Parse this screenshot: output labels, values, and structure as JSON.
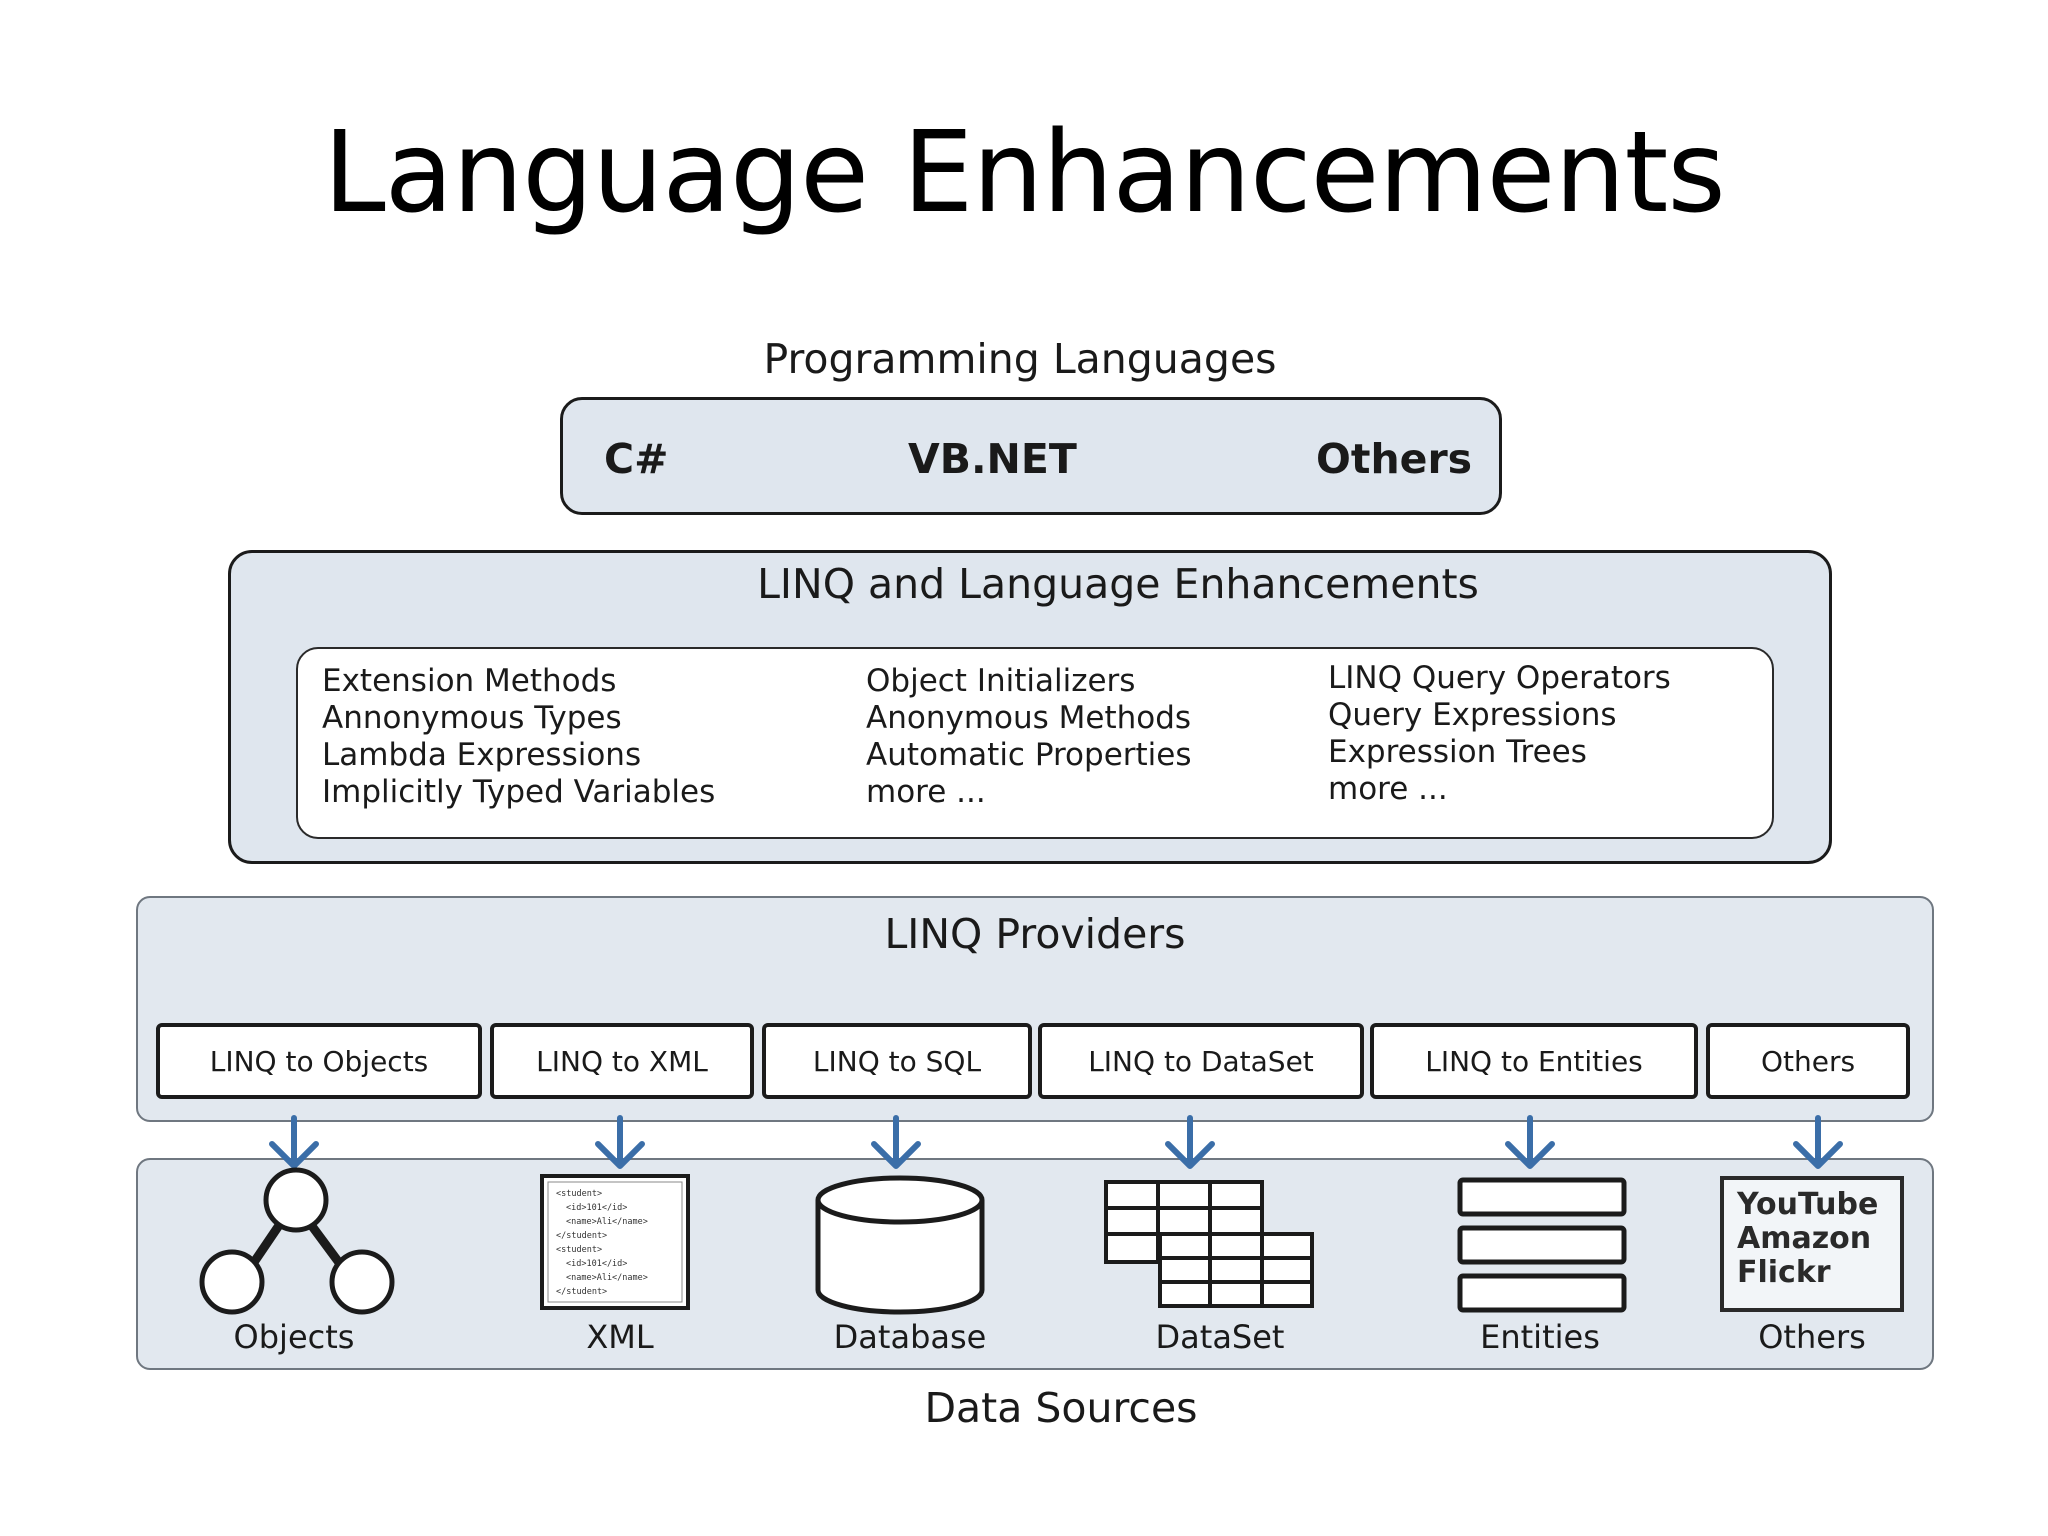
{
  "slide": {
    "title": "Language Enhancements"
  },
  "languages": {
    "title": "Programming Languages",
    "items": [
      "C#",
      "VB.NET",
      "Others"
    ]
  },
  "enhancements": {
    "title": "LINQ and Language Enhancements",
    "columns": [
      [
        "Extension Methods",
        "Annonymous Types",
        "Lambda Expressions",
        "Implicitly Typed Variables"
      ],
      [
        "Object Initializers",
        "Anonymous Methods",
        "Automatic Properties",
        "more ..."
      ],
      [
        "LINQ Query Operators",
        "Query Expressions",
        "Expression Trees",
        "more ..."
      ]
    ]
  },
  "providers": {
    "title": "LINQ Providers",
    "items": [
      "LINQ to Objects",
      "LINQ to XML",
      "LINQ to SQL",
      "LINQ to DataSet",
      "LINQ to Entities",
      "Others"
    ]
  },
  "sources": {
    "title": "Data Sources",
    "labels": [
      "Objects",
      "XML",
      "Database",
      "DataSet",
      "Entities",
      "Others"
    ],
    "others_box": [
      "YouTube",
      "Amazon",
      "Flickr"
    ],
    "xml_lines": [
      "<student>",
      "<id>101</id>",
      "<name>Ali</name>",
      "</student>",
      "<student>",
      "<id>101</id>",
      "<name>Ali</name>",
      "</student>"
    ]
  },
  "colors": {
    "panel": "#dfe6ee",
    "arrow": "#3b6ea8",
    "border": "#1b1b1b"
  }
}
